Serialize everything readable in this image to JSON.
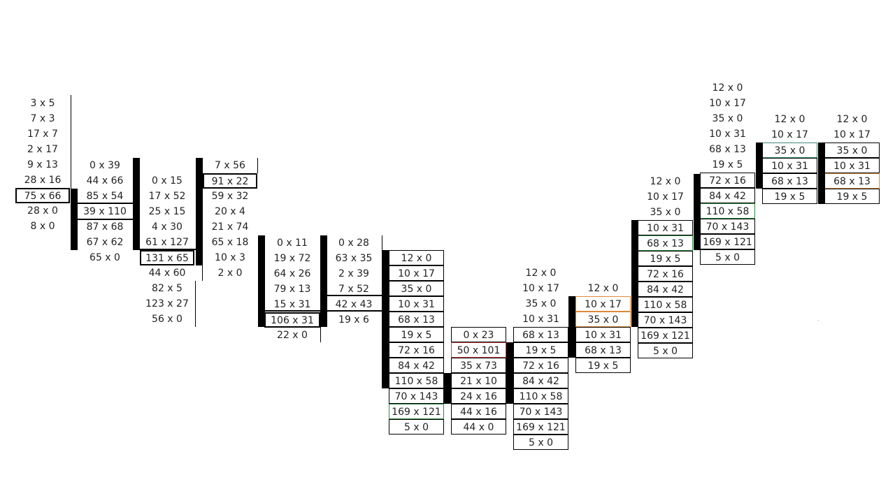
{
  "columns": [
    {
      "id": "c1",
      "entries": [
        {
          "label": "3 x 5"
        },
        {
          "label": "7 x 3"
        },
        {
          "label": "17 x 7"
        },
        {
          "label": "2 x 17"
        },
        {
          "label": "9 x 13"
        },
        {
          "label": "28 x 16"
        },
        {
          "label": "75 x 66",
          "style": "thick"
        },
        {
          "label": "28 x 0"
        },
        {
          "label": "8 x 0"
        }
      ]
    },
    {
      "id": "c2",
      "entries": [
        {
          "label": "0 x 39"
        },
        {
          "label": "44 x 66"
        },
        {
          "label": "85 x 54"
        },
        {
          "label": "39 x 110"
        },
        {
          "label": "87 x 68"
        },
        {
          "label": "67 x 62"
        },
        {
          "label": "65 x 0"
        }
      ]
    },
    {
      "id": "c3",
      "entries": [
        {
          "label": "0 x 15"
        },
        {
          "label": "17 x 52"
        },
        {
          "label": "25 x 15"
        },
        {
          "label": "4 x 30"
        },
        {
          "label": "61 x 127"
        },
        {
          "label": "131 x 65",
          "style": "thick"
        },
        {
          "label": "44 x 60"
        },
        {
          "label": "82 x 5"
        },
        {
          "label": "123 x 27"
        },
        {
          "label": "56 x 0"
        }
      ]
    },
    {
      "id": "c4",
      "entries": [
        {
          "label": "7 x 56"
        },
        {
          "label": "91 x 22",
          "style": "thick"
        },
        {
          "label": "59 x 32"
        },
        {
          "label": "20 x 4"
        },
        {
          "label": "21 x 74"
        },
        {
          "label": "65 x 18"
        },
        {
          "label": "10 x 3"
        },
        {
          "label": "2 x 0"
        }
      ]
    },
    {
      "id": "c5",
      "entries": [
        {
          "label": "0 x 11"
        },
        {
          "label": "19 x 72"
        },
        {
          "label": "64 x 26"
        },
        {
          "label": "79 x 13"
        },
        {
          "label": "15 x 31"
        },
        {
          "label": "106 x 31",
          "style": "thick"
        },
        {
          "label": "22 x 0"
        }
      ]
    },
    {
      "id": "c6",
      "entries": [
        {
          "label": "0 x 28"
        },
        {
          "label": "63 x 35"
        },
        {
          "label": "2 x 39"
        },
        {
          "label": "7 x 52"
        },
        {
          "label": "42 x 43"
        },
        {
          "label": "19 x 6"
        }
      ]
    },
    {
      "id": "c7",
      "entries": [
        {
          "label": "12 x 0",
          "style": "boxed"
        },
        {
          "label": "10 x 17",
          "style": "boxed"
        },
        {
          "label": "35 x 0",
          "style": "boxed"
        },
        {
          "label": "10 x 31",
          "style": "boxed"
        },
        {
          "label": "68 x 13",
          "style": "boxed"
        },
        {
          "label": "19 x 5",
          "style": "boxed"
        },
        {
          "label": "72 x 16",
          "style": "boxed"
        },
        {
          "label": "84 x 42",
          "style": "boxed"
        },
        {
          "label": "110 x 58",
          "style": "boxed"
        },
        {
          "label": "70 x 143",
          "style": "boxed"
        },
        {
          "label": "169 x 121",
          "style": "green"
        },
        {
          "label": "5 x 0",
          "style": "boxed"
        }
      ]
    },
    {
      "id": "c8",
      "entries": [
        {
          "label": "0 x 23",
          "style": "boxed"
        },
        {
          "label": "50 x 101",
          "style": "red"
        },
        {
          "label": "35 x 73",
          "style": "boxed"
        },
        {
          "label": "21 x 10",
          "style": "boxed"
        },
        {
          "label": "24 x 16",
          "style": "boxed"
        },
        {
          "label": "44 x 16",
          "style": "boxed"
        },
        {
          "label": "44 x 0",
          "style": "boxed"
        }
      ]
    },
    {
      "id": "c9",
      "entries": [
        {
          "label": "12 x 0"
        },
        {
          "label": "10 x 17"
        },
        {
          "label": "35 x 0"
        },
        {
          "label": "10 x 31"
        },
        {
          "label": "68 x 13",
          "style": "boxed"
        },
        {
          "label": "19 x 5",
          "style": "boxed"
        },
        {
          "label": "72 x 16",
          "style": "boxed"
        },
        {
          "label": "84 x 42",
          "style": "boxed"
        },
        {
          "label": "110 x 58",
          "style": "boxed"
        },
        {
          "label": "70 x 143",
          "style": "boxed"
        },
        {
          "label": "169 x 121",
          "style": "boxed"
        },
        {
          "label": "5 x 0",
          "style": "boxed"
        }
      ]
    },
    {
      "id": "c10",
      "entries": [
        {
          "label": "12 x 0"
        },
        {
          "label": "10 x 17",
          "style": "orange"
        },
        {
          "label": "35 x 0",
          "style": "orange"
        },
        {
          "label": "10 x 31",
          "style": "boxed"
        },
        {
          "label": "68 x 13",
          "style": "boxed"
        },
        {
          "label": "19 x 5",
          "style": "boxed"
        }
      ]
    },
    {
      "id": "c11",
      "entries": [
        {
          "label": "12 x 0"
        },
        {
          "label": "10 x 17"
        },
        {
          "label": "35 x 0"
        },
        {
          "label": "10 x 31",
          "style": "boxed"
        },
        {
          "label": "68 x 13",
          "style": "green"
        },
        {
          "label": "19 x 5",
          "style": "boxed"
        },
        {
          "label": "72 x 16",
          "style": "boxed"
        },
        {
          "label": "84 x 42",
          "style": "boxed"
        },
        {
          "label": "110 x 58",
          "style": "boxed"
        },
        {
          "label": "70 x 143",
          "style": "boxed"
        },
        {
          "label": "169 x 121",
          "style": "boxed"
        },
        {
          "label": "5 x 0",
          "style": "boxed"
        }
      ]
    },
    {
      "id": "c12",
      "entries": [
        {
          "label": "12 x 0"
        },
        {
          "label": "10 x 17"
        },
        {
          "label": "35 x 0"
        },
        {
          "label": "10 x 31"
        },
        {
          "label": "68 x 13"
        },
        {
          "label": "19 x 5"
        },
        {
          "label": "72 x 16",
          "style": "boxed"
        },
        {
          "label": "84 x 42",
          "style": "boxed"
        },
        {
          "label": "110 x 58",
          "style": "green"
        },
        {
          "label": "70 x 143",
          "style": "boxed"
        },
        {
          "label": "169 x 121",
          "style": "boxed"
        },
        {
          "label": "5 x 0",
          "style": "boxed"
        }
      ]
    },
    {
      "id": "c13",
      "entries": [
        {
          "label": "12 x 0"
        },
        {
          "label": "10 x 17"
        },
        {
          "label": "35 x 0",
          "style": "teal"
        },
        {
          "label": "10 x 31",
          "style": "boxed"
        },
        {
          "label": "68 x 13",
          "style": "boxed"
        },
        {
          "label": "19 x 5",
          "style": "boxed"
        }
      ]
    },
    {
      "id": "c14",
      "entries": [
        {
          "label": "12 x 0"
        },
        {
          "label": "10 x 17"
        },
        {
          "label": "35 x 0",
          "style": "boxed"
        },
        {
          "label": "10 x 31",
          "style": "boxed"
        },
        {
          "label": "68 x 13",
          "style": "orange"
        },
        {
          "label": "19 x 5",
          "style": "boxed"
        }
      ]
    }
  ]
}
